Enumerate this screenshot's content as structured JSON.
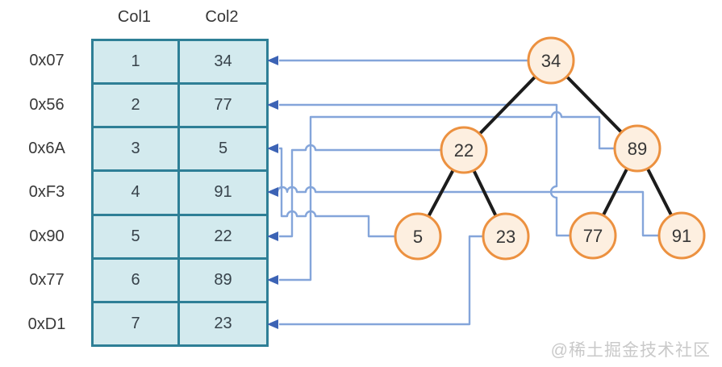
{
  "table": {
    "columns": [
      "Col1",
      "Col2"
    ],
    "rows": [
      {
        "address": "0x07",
        "col1": "1",
        "col2": "34"
      },
      {
        "address": "0x56",
        "col1": "2",
        "col2": "77"
      },
      {
        "address": "0x6A",
        "col1": "3",
        "col2": "5"
      },
      {
        "address": "0xF3",
        "col1": "4",
        "col2": "91"
      },
      {
        "address": "0x90",
        "col1": "5",
        "col2": "22"
      },
      {
        "address": "0x77",
        "col1": "6",
        "col2": "89"
      },
      {
        "address": "0xD1",
        "col1": "7",
        "col2": "23"
      }
    ]
  },
  "tree": {
    "root": "n34",
    "nodes": [
      {
        "id": "n34",
        "value": "34"
      },
      {
        "id": "n22",
        "value": "22"
      },
      {
        "id": "n89",
        "value": "89"
      },
      {
        "id": "n5",
        "value": "5"
      },
      {
        "id": "n23",
        "value": "23"
      },
      {
        "id": "n77",
        "value": "77"
      },
      {
        "id": "n91",
        "value": "91"
      }
    ],
    "edges": [
      [
        "n34",
        "n22"
      ],
      [
        "n34",
        "n89"
      ],
      [
        "n22",
        "n5"
      ],
      [
        "n22",
        "n23"
      ],
      [
        "n89",
        "n77"
      ],
      [
        "n89",
        "n91"
      ]
    ]
  },
  "pointers": [
    {
      "node": "n34",
      "row_address": "0x07"
    },
    {
      "node": "n77",
      "row_address": "0x56"
    },
    {
      "node": "n5",
      "row_address": "0x6A"
    },
    {
      "node": "n91",
      "row_address": "0xF3"
    },
    {
      "node": "n22",
      "row_address": "0x90"
    },
    {
      "node": "n89",
      "row_address": "0x77"
    },
    {
      "node": "n23",
      "row_address": "0xD1"
    }
  ],
  "watermark": "@稀土掘金技术社区",
  "colors": {
    "cell_fill": "#d3eaee",
    "cell_border": "#2e7f96",
    "node_fill": "#fdefe0",
    "node_stroke": "#ec9140",
    "pointer_line": "#84a5da",
    "arrowhead": "#3c63b5",
    "tree_edge": "#1c1c1c",
    "text": "#363636",
    "watermark": "#c9c9c9"
  }
}
